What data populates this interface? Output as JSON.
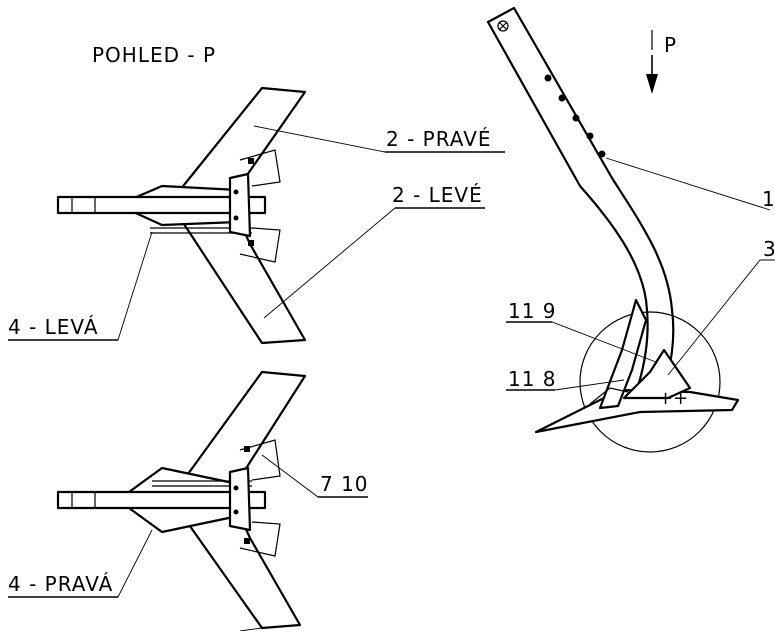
{
  "title": "POHLED - P",
  "view_arrow_label": "P",
  "labels": {
    "right_wing_top": "2 - PRAVÉ",
    "left_wing_top": "2 - LEVÉ",
    "left_share": "4 - LEVÁ",
    "right_share": "4 - PRAVÁ",
    "bolts": "7 10",
    "part_119": "11 9",
    "part_118": "11 8",
    "edge_label_1": "1",
    "edge_label_3": "3"
  }
}
